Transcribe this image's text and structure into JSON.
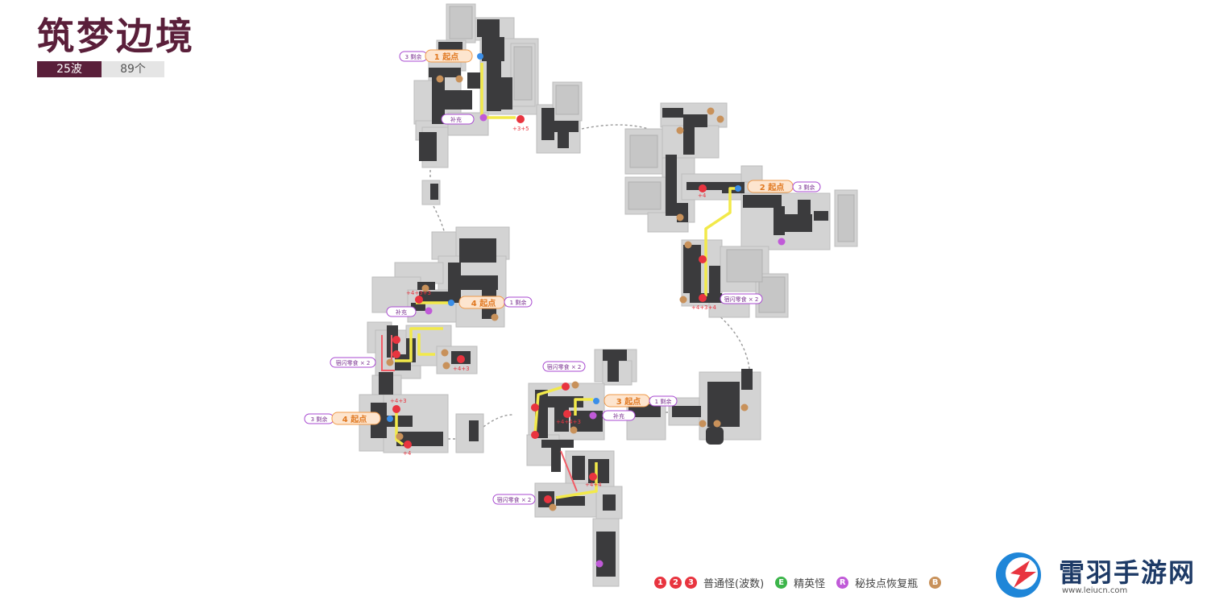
{
  "header": {
    "title": "筑梦边境",
    "waves": "25波",
    "count": "89个"
  },
  "colors": {
    "brand": "#5a1f3a",
    "start": "#f09a4a",
    "normal": "#e8343f",
    "elite": "#3cb54a",
    "restore": "#c05ad8",
    "box": "#c8915a",
    "path": "#f2e94a",
    "floor": "#d2d2d2",
    "wall": "#3a3a3c"
  },
  "starts": [
    {
      "tag": "3 剩余",
      "label": "1 起点"
    },
    {
      "tag": "3 剩余",
      "label": "2 起点"
    },
    {
      "tag": "1 剩余",
      "label": "3 起点"
    },
    {
      "tag": "1 剩余",
      "label": "4 起点"
    },
    {
      "tag": "3 剩余",
      "label": "4 起点"
    }
  ],
  "notes": {
    "supply": "补充",
    "chest2": "宿闪零食 × 2"
  },
  "waves_text": {
    "w_a": "+3+5",
    "w_b": "+4",
    "w_c": "+4+3+4",
    "w_d": "+4+3+3",
    "w_e": "+4+3",
    "w_f": "+4+4+3",
    "w_g": "+4",
    "w_h": "+4+4",
    "w_i": "+4+3"
  },
  "legend": {
    "normal": "普通怪(波数)",
    "elite": "精英怪",
    "restore": "秘技点恢复瓶",
    "n1": "1",
    "n2": "2",
    "n3": "3",
    "e": "E",
    "r": "R",
    "b": "B"
  },
  "watermark": {
    "name": "雷羽手游网",
    "url": "www.leiucn.com"
  }
}
